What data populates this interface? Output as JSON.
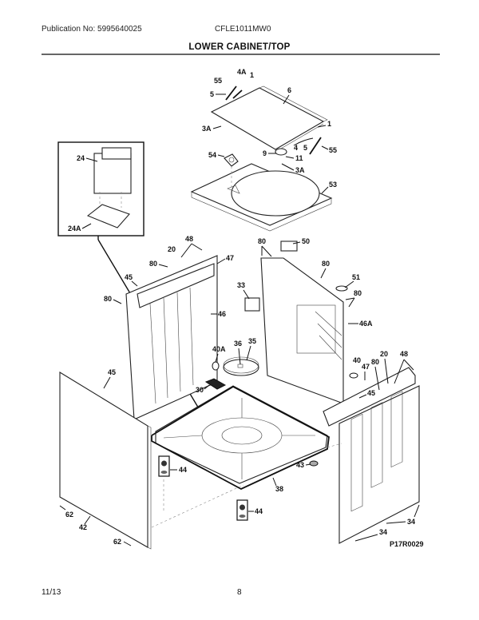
{
  "header": {
    "publication": "Publication No: 5995640025",
    "model": "CFLE1011MW0",
    "section_title": "LOWER CABINET/TOP"
  },
  "footer": {
    "date": "11/13",
    "page": "8"
  },
  "diagram": {
    "drawing_id": "P17R0029",
    "callouts": {
      "c4A": "4A",
      "c1a": "1",
      "c55a": "55",
      "c5a": "5",
      "c6": "6",
      "c3Aa": "3A",
      "c1b": "1",
      "c4": "4",
      "c5b": "5",
      "c55b": "55",
      "c54": "54",
      "c9": "9",
      "c11": "11",
      "c3Ab": "3A",
      "c53": "53",
      "c24": "24",
      "c24A": "24A",
      "c48a": "48",
      "c20a": "20",
      "c80a": "80",
      "c47a": "47",
      "c45a": "45",
      "c80b": "80",
      "c46": "46",
      "c80c": "80",
      "c50": "50",
      "c80d": "80",
      "c51": "51",
      "c80e": "80",
      "c33": "33",
      "c46A": "46A",
      "c40A": "40A",
      "c36": "36",
      "c35": "35",
      "c30": "30",
      "c40": "40",
      "c47b": "47",
      "c80f": "80",
      "c20b": "20",
      "c48b": "48",
      "c45b": "45",
      "c45c": "45",
      "c44a": "44",
      "c43": "43",
      "c38": "38",
      "c44b": "44",
      "c62a": "62",
      "c42": "42",
      "c62b": "62",
      "c34a": "34",
      "c34b": "34"
    }
  }
}
